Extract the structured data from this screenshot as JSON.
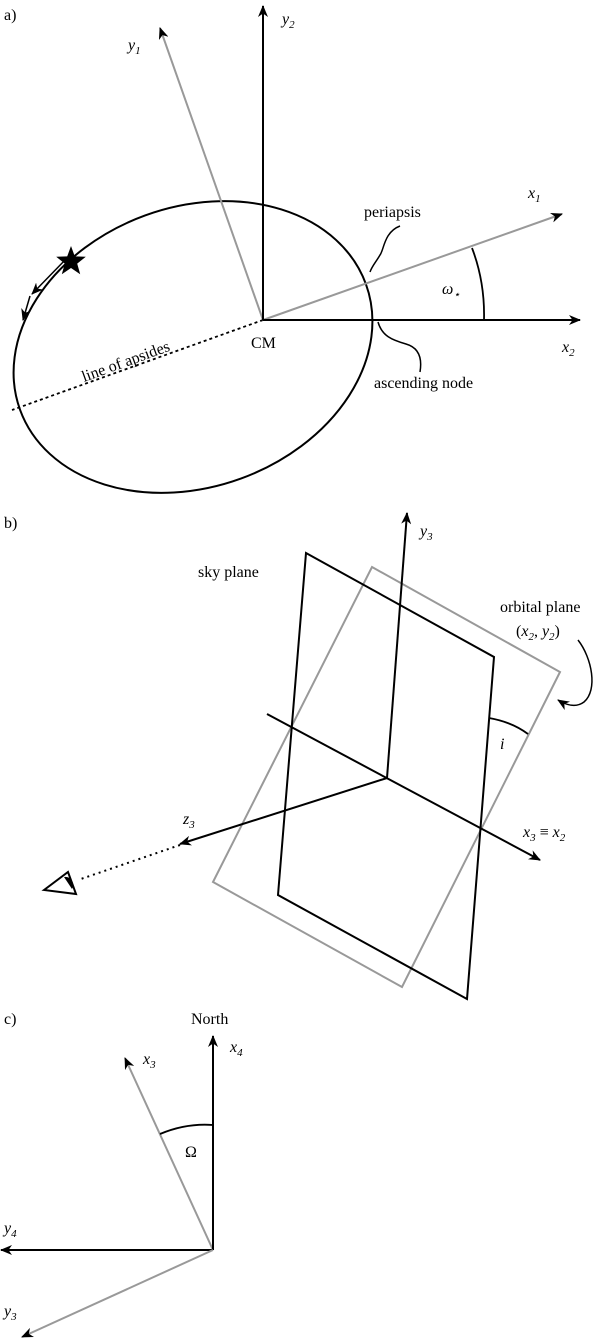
{
  "panels": {
    "a": {
      "panel_label": "a)",
      "axis_y2": {
        "name": "y",
        "sub": "2"
      },
      "axis_y1": {
        "name": "y",
        "sub": "1"
      },
      "axis_x1": {
        "name": "x",
        "sub": "1"
      },
      "axis_x2": {
        "name": "x",
        "sub": "2"
      },
      "periapsis": "periapsis",
      "omega": {
        "name": "ω",
        "sub": "⋆"
      },
      "line_of_apsides": "line of apsides",
      "cm": "CM",
      "ascending_node": "ascending node"
    },
    "b": {
      "panel_label": "b)",
      "axis_y3": {
        "name": "y",
        "sub": "3"
      },
      "sky_plane": "sky plane",
      "orbital_plane": "orbital plane",
      "orbital_plane_coords": {
        "open": "(",
        "x": "x",
        "xsub": "2",
        "comma": ", ",
        "y": "y",
        "ysub": "2",
        "close": ")"
      },
      "inclination": "i",
      "axis_z3": {
        "name": "z",
        "sub": "3"
      },
      "axis_x3_equiv": {
        "name": "x",
        "sub": "3",
        "equiv": " ≡ ",
        "name2": "x",
        "sub2": "2"
      }
    },
    "c": {
      "panel_label": "c)",
      "north": "North",
      "axis_x3": {
        "name": "x",
        "sub": "3"
      },
      "axis_x4": {
        "name": "x",
        "sub": "4"
      },
      "omega_node": "Ω",
      "axis_y4": {
        "name": "y",
        "sub": "4"
      },
      "axis_y3": {
        "name": "y",
        "sub": "3"
      }
    }
  },
  "colors": {
    "primary": "#000000",
    "secondary": "#999999"
  }
}
